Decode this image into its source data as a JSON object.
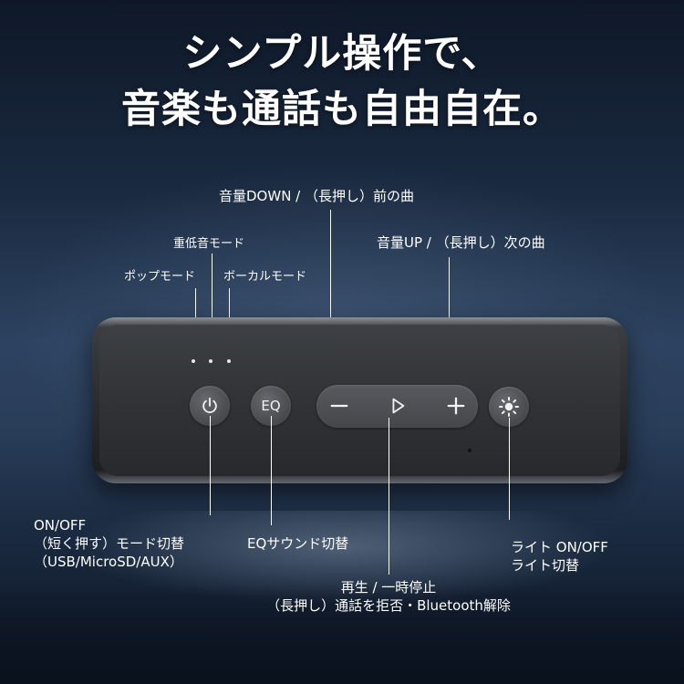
{
  "headline": {
    "line1": "シンプル操作で、",
    "line2": "音楽も通話も自由自在。"
  },
  "labels": {
    "volume_down": "音量DOWN / （長押し）前の曲",
    "volume_up": "音量UP / （長押し）次の曲",
    "bass_mode": "重低音モード",
    "pop_mode": "ポップモード",
    "vocal_mode": "ボーカルモード",
    "power": [
      "ON/OFF",
      "（短く押す）モード切替",
      "（USB/MicroSD/AUX）"
    ],
    "eq": "EQサウンド切替",
    "light": [
      "ライト ON/OFF",
      "ライト切替"
    ],
    "play": [
      "再生 / 一時停止",
      "（長押し）通話を拒否・Bluetooth解除"
    ]
  },
  "buttons": {
    "eq_label": "EQ"
  },
  "colors": {
    "background_top": "#0e1828",
    "background_mid": "#2d4260",
    "speaker_body": "#2b2d30",
    "text": "#ffffff"
  },
  "icons": [
    "power-icon",
    "minus-icon",
    "play-icon",
    "plus-icon",
    "light-icon"
  ]
}
